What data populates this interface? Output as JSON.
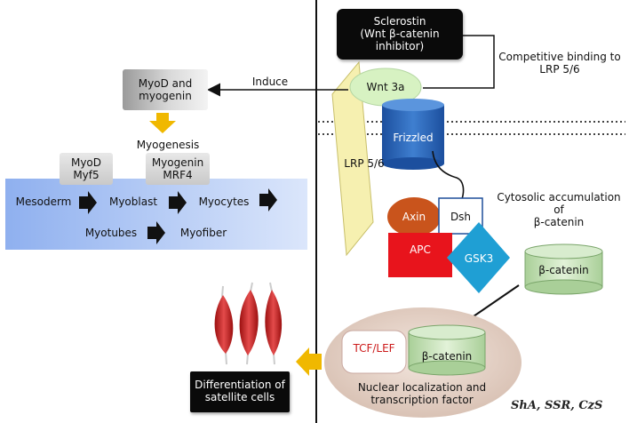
{
  "sclerostin": {
    "line1": "Sclerostin",
    "line2": "(Wnt β-catenin",
    "line3": "inhibitor)"
  },
  "competitive": {
    "line1": "Competitive binding to",
    "line2": "LRP 5/6"
  },
  "induce": "Induce",
  "wnt": "Wnt 3a",
  "myod_myogenin": {
    "line1": "MyoD and",
    "line2": "myogenin"
  },
  "myogenesis": "Myogenesis",
  "myod_myf5": {
    "line1": "MyoD",
    "line2": "Myf5"
  },
  "myogenin_mrf4": {
    "line1": "Myogenin",
    "line2": "MRF4"
  },
  "stages": {
    "mesoderm": "Mesoderm",
    "myoblast": "Myoblast",
    "myocytes": "Myocytes",
    "myotubes": "Myotubes",
    "myofiber": "Myofiber"
  },
  "frizzled": "Frizzled",
  "lrp": "LRP 5/6",
  "axin": "Axin",
  "dsh": "Dsh",
  "apc": "APC",
  "gsk3": "GSK3",
  "cytosolic": {
    "line1": "Cytosolic accumulation",
    "line2": "of",
    "line3": "β-catenin"
  },
  "beta_catenin": "β-catenin",
  "tcf_lef": "TCF/LEF",
  "nuclear": {
    "line1": "Nuclear localization and",
    "line2": "transcription factor"
  },
  "differentiation": {
    "line1": "Differentiation of",
    "line2": "satellite cells"
  },
  "signature": "ShA, SSR, CzS",
  "colors": {
    "axin": "#c9541c",
    "apc": "#e8141c",
    "gsk3": "#1f9fd4",
    "frizzled": "#2a64b8",
    "lrp": "#f6f0b0",
    "wnt": "#d7f2c2",
    "band": "#a9bff0",
    "cylinder": "#c5e0b7",
    "arrow_yellow": "#f0b800",
    "nucleus": "#e8d6cc"
  }
}
